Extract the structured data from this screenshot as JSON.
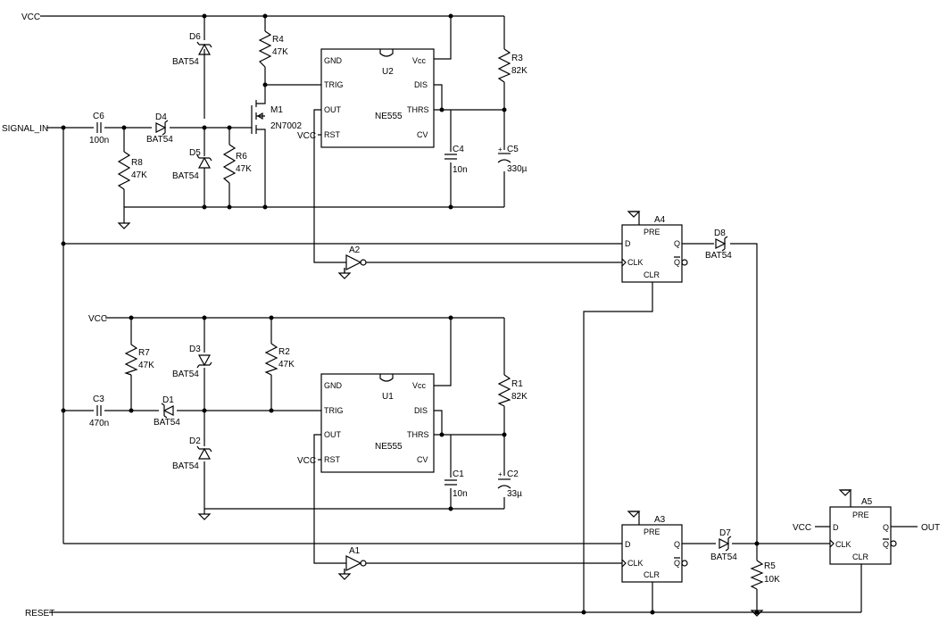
{
  "nets": {
    "vcc_top": "VCC",
    "vcc_left_mid": "VCC",
    "signal_in": "SIGNAL_IN",
    "reset": "RESET",
    "out": "OUT",
    "vcc_u2": "VCC",
    "vcc_u1": "VCC",
    "vcc_a5": "VCC"
  },
  "components": {
    "C6": {
      "ref": "C6",
      "value": "100n"
    },
    "D4": {
      "ref": "D4",
      "value": "BAT54"
    },
    "D6": {
      "ref": "D6",
      "value": "BAT54"
    },
    "D5": {
      "ref": "D5",
      "value": "BAT54"
    },
    "R8": {
      "ref": "R8",
      "value": "47K"
    },
    "R6": {
      "ref": "R6",
      "value": "47K"
    },
    "R4": {
      "ref": "R4",
      "value": "47K"
    },
    "M1": {
      "ref": "M1",
      "value": "2N7002"
    },
    "U2": {
      "ref": "U2",
      "value": "NE555"
    },
    "R3": {
      "ref": "R3",
      "value": "82K"
    },
    "C4": {
      "ref": "C4",
      "value": "10n"
    },
    "C5": {
      "ref": "C5",
      "value": "330µ"
    },
    "A4": {
      "ref": "A4"
    },
    "D8": {
      "ref": "D8",
      "value": "BAT54"
    },
    "A2": {
      "ref": "A2"
    },
    "C3": {
      "ref": "C3",
      "value": "470n"
    },
    "D1": {
      "ref": "D1",
      "value": "BAT54"
    },
    "R7": {
      "ref": "R7",
      "value": "47K"
    },
    "D3": {
      "ref": "D3",
      "value": "BAT54"
    },
    "D2": {
      "ref": "D2",
      "value": "BAT54"
    },
    "R2": {
      "ref": "R2",
      "value": "47K"
    },
    "U1": {
      "ref": "U1",
      "value": "NE555"
    },
    "R1": {
      "ref": "R1",
      "value": "82K"
    },
    "C1": {
      "ref": "C1",
      "value": "10n"
    },
    "C2": {
      "ref": "C2",
      "value": "33µ"
    },
    "A3": {
      "ref": "A3"
    },
    "D7": {
      "ref": "D7",
      "value": "BAT54"
    },
    "A1": {
      "ref": "A1"
    },
    "R5": {
      "ref": "R5",
      "value": "10K"
    },
    "A5": {
      "ref": "A5"
    }
  },
  "ne555_pins": {
    "gnd": "GND",
    "vcc": "Vcc",
    "trig": "TRIG",
    "dis": "DIS",
    "out": "OUT",
    "thrs": "THRS",
    "rst": "RST",
    "cv": "CV"
  },
  "ff_pins": {
    "pre": "PRE",
    "d": "D",
    "q": "Q",
    "clk": "CLK",
    "qbar": "Q",
    "clr": "CLR"
  }
}
